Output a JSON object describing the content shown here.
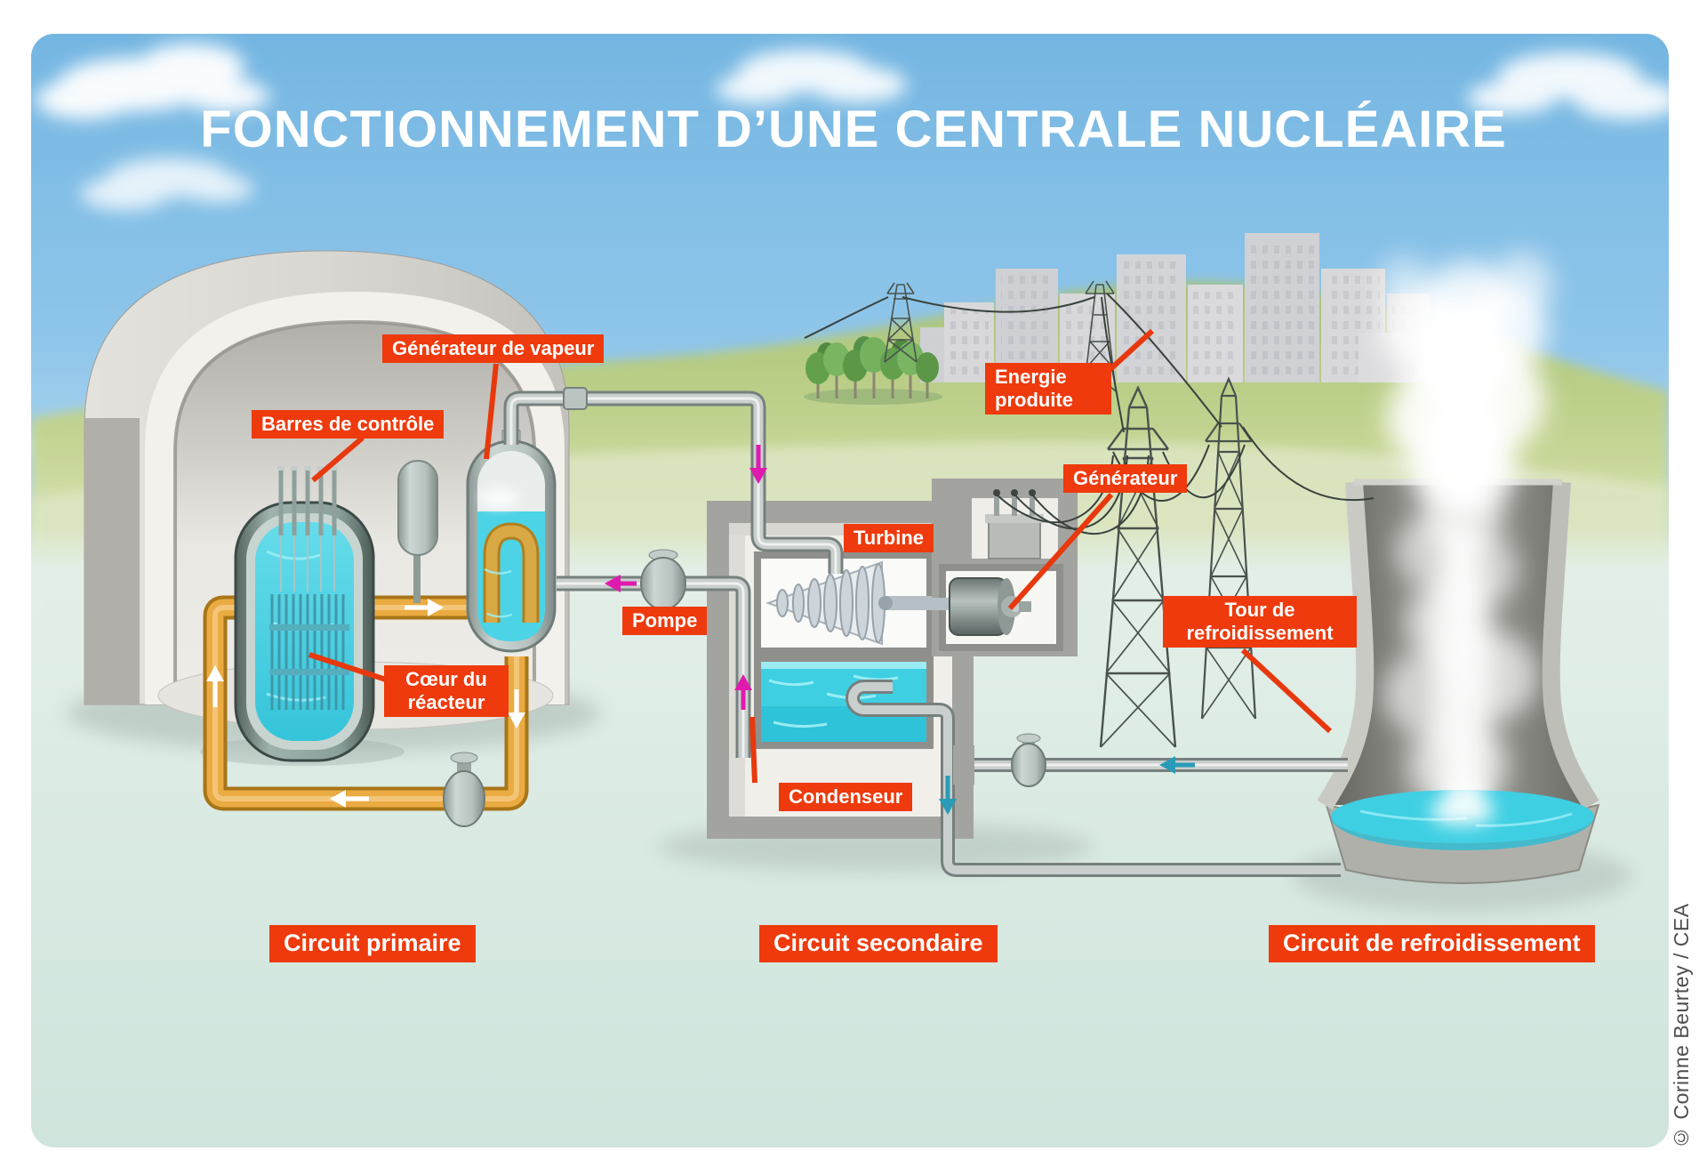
{
  "title": "FONCTIONNEMENT D’UNE CENTRALE NUCLÉAIRE",
  "credit": "© Corinne Beurtey / CEA",
  "labels": {
    "steam_generator": "Générateur de vapeur",
    "control_rods": "Barres de contrôle",
    "reactor_core": "Cœur du réacteur",
    "pump": "Pompe",
    "turbine": "Turbine",
    "generator": "Générateur",
    "energy_produced": "Energie produite",
    "cooling_tower": "Tour de refroidissement",
    "condenser": "Condenseur",
    "circuit_primary": "Circuit primaire",
    "circuit_secondary": "Circuit secondaire",
    "circuit_cooling": "Circuit de refroidissement"
  },
  "colors": {
    "label_background": "#ee3a0c",
    "primary_pipe_orange": "#eaab42",
    "secondary_pipe_grey": "#c9cfcd",
    "primary_arrow": "#ffffff",
    "secondary_arrow": "#e01aae",
    "cooling_arrow": "#2a9cb8",
    "water_cyan": "#3ecfe3",
    "sky_blue": "#74b6e2"
  }
}
